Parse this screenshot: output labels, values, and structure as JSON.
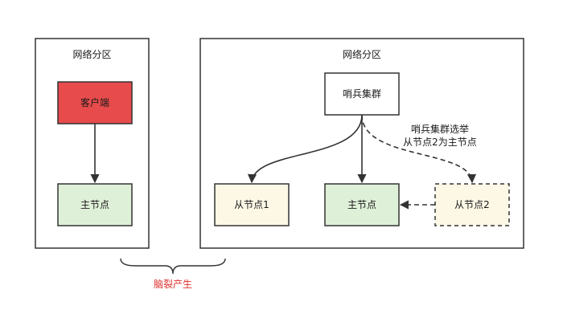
{
  "left_partition": {
    "title": "网络分区"
  },
  "right_partition": {
    "title": "网络分区"
  },
  "nodes": {
    "client": "客户端",
    "left_master": "主节点",
    "sentinel": "哨兵集群",
    "slave1": "从节点1",
    "right_master": "主节点",
    "slave2": "从节点2"
  },
  "annotation": {
    "line1": "哨兵集群选举",
    "line2": "从节点2为主节点"
  },
  "split_brain_label": "脑裂产生",
  "colors": {
    "client_fill": "#e74b4b",
    "master_fill": "#dff0d8",
    "slave_fill": "#fdf8e6",
    "sentinel_fill": "#ffffff",
    "warning_text": "#e0322f",
    "stroke": "#333333"
  }
}
